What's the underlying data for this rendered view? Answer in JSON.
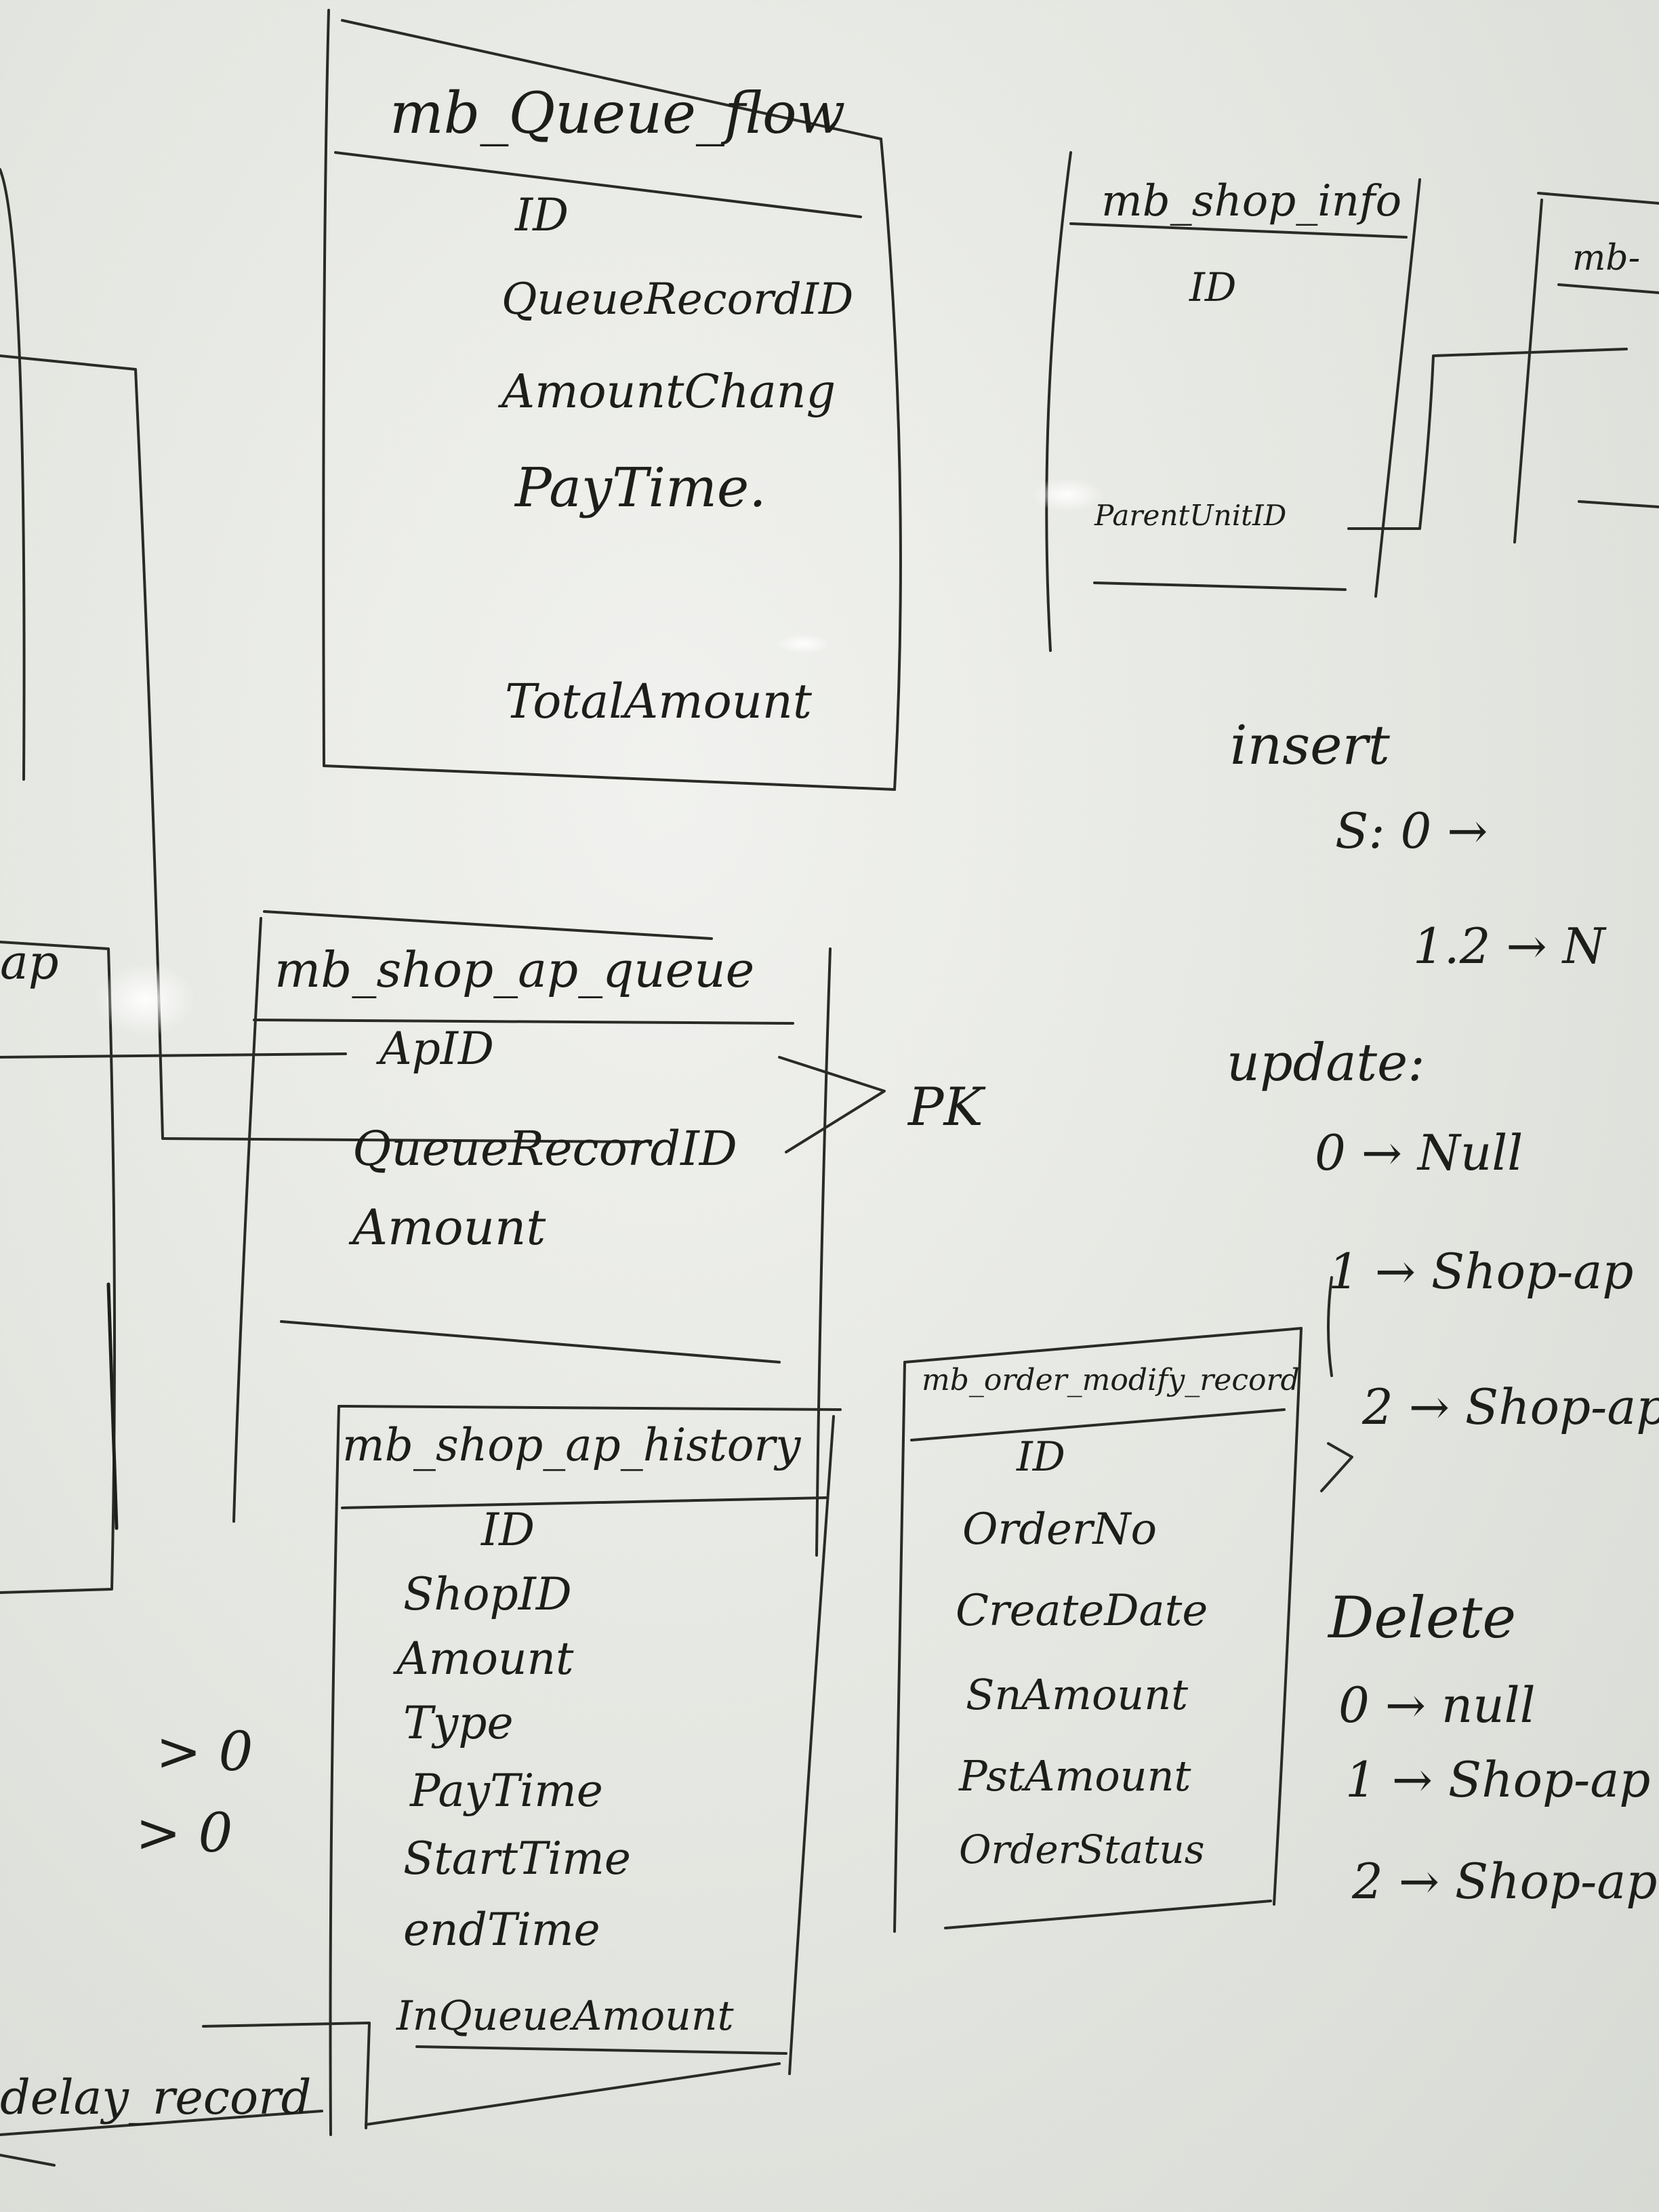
{
  "tables": {
    "queue_flow": {
      "title": "mb_Queue_flow",
      "fields": [
        "ID",
        "QueueRecordID",
        "AmountChang",
        "PayTime.",
        "TotalAmount"
      ]
    },
    "shop_info": {
      "title": "mb_shop_info",
      "fields": [
        "ID",
        "ParentUnitID"
      ]
    },
    "shop_ap_queue": {
      "title": "mb_shop_ap_queue",
      "fields": [
        "ApID",
        "QueueRecordID",
        "Amount"
      ],
      "pk_label": "PK"
    },
    "shop_ap_history": {
      "title": "mb_shop_ap_history",
      "fields": [
        "ID",
        "ShopID",
        "Amount",
        "Type",
        "PayTime",
        "StartTime",
        "endTime",
        "InQueueAmount"
      ]
    },
    "order_modify_record": {
      "title": "mb_order_modify_record",
      "fields": [
        "ID",
        "OrderNo",
        "CreateDate",
        "SnAmount",
        "PstAmount",
        "OrderStatus"
      ]
    }
  },
  "fragments": {
    "top_right_title": "mb-",
    "left_ap": "ap",
    "left_cond1": "> 0",
    "left_cond2": "> 0",
    "left_bottom": "delay_record"
  },
  "notes": {
    "insert": {
      "heading": "insert",
      "lines": [
        "S: 0 →",
        "1.2 → N"
      ]
    },
    "update": {
      "heading": "update:",
      "lines": [
        "0 → Null",
        "1 → Shop-ap",
        "2 → Shop-ap"
      ]
    },
    "delete": {
      "heading": "Delete",
      "lines": [
        "0 → null",
        "1 → Shop-ap",
        "2 → Shop-ap"
      ]
    }
  }
}
